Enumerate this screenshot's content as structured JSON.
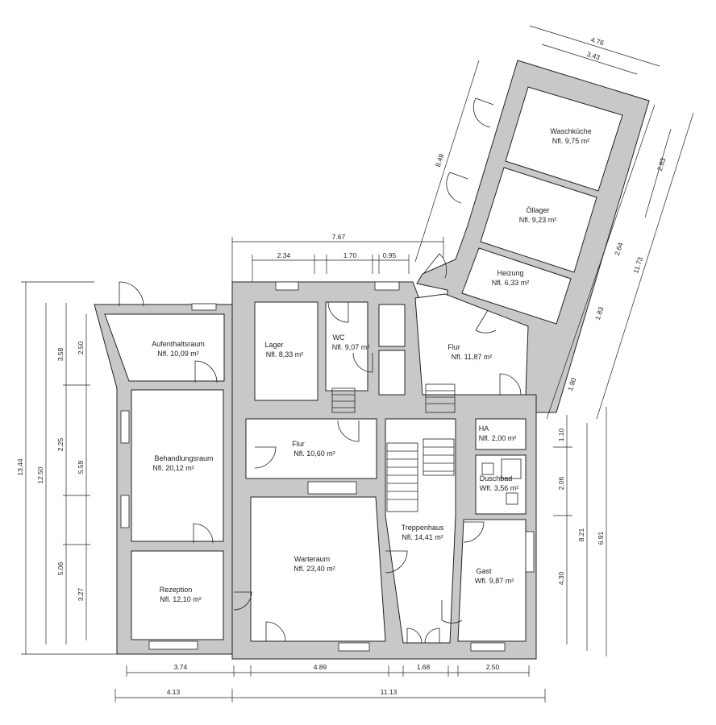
{
  "colors": {
    "wall_fill": "#c8c8c8",
    "line": "#222222",
    "background": "#ffffff"
  },
  "rooms": {
    "waschkueche": {
      "name": "Waschküche",
      "area": "Nfl. 9,75 m²"
    },
    "oellager": {
      "name": "Öllager",
      "area": "Nfl. 9,23 m²"
    },
    "heizung": {
      "name": "Heizung",
      "area": "Nfl. 6,33 m²"
    },
    "aufenthaltsraum": {
      "name": "Aufenthaltsraum",
      "area": "Nfl. 10,09 m²"
    },
    "lager": {
      "name": "Lager",
      "area": "Nfl. 8,33 m²"
    },
    "wc": {
      "name": "WC",
      "area": "Nfl. 9,07 m²"
    },
    "flur_north": {
      "name": "Flur",
      "area": "Nfl. 11,87 m²"
    },
    "behandlungsraum": {
      "name": "Behandlungsraum",
      "area": "Nfl. 20,12 m²"
    },
    "flur_mid": {
      "name": "Flur",
      "area": "Nfl. 10,60 m²"
    },
    "ha": {
      "name": "HA",
      "area": "Nfl. 2,00 m²"
    },
    "duschbad": {
      "name": "Duschbad",
      "area": "Wfl. 3,56 m²"
    },
    "treppenhaus": {
      "name": "Treppenhaus",
      "area": "Nfl. 14,41 m²"
    },
    "warteraum": {
      "name": "Warteraum",
      "area": "Nfl. 23,40 m²"
    },
    "gast": {
      "name": "Gast",
      "area": "Wfl. 9,87 m²"
    },
    "rezeption": {
      "name": "Rezeption",
      "area": "Nfl. 12,10 m²"
    }
  },
  "dimensions": {
    "top_total": "7.67",
    "top_a": "2.34",
    "top_b": "1.70",
    "top_c": "0.95",
    "annex_outer": "4.76",
    "annex_inner": "3.43",
    "annex_side": "8.49",
    "annex_r1": "2.83",
    "annex_r2": "2.64",
    "annex_r3": "1.83",
    "annex_r4": "1.90",
    "annex_total": "11.73",
    "left_total": "13.44",
    "left_outer": "12.50",
    "left_a": "3.58",
    "left_b": "2.50",
    "left_c": "2.25",
    "left_d": "5.59",
    "left_e": "5.06",
    "left_f": "3.27",
    "right_a": "1.10",
    "right_b": "2.06",
    "right_c": "4.30",
    "right_d": "8.21",
    "right_e": "6.91",
    "bottom_a": "3.74",
    "bottom_b": "4.89",
    "bottom_c": "1.68",
    "bottom_d": "2.50",
    "bottom_left": "4.13",
    "bottom_total": "11.13"
  }
}
